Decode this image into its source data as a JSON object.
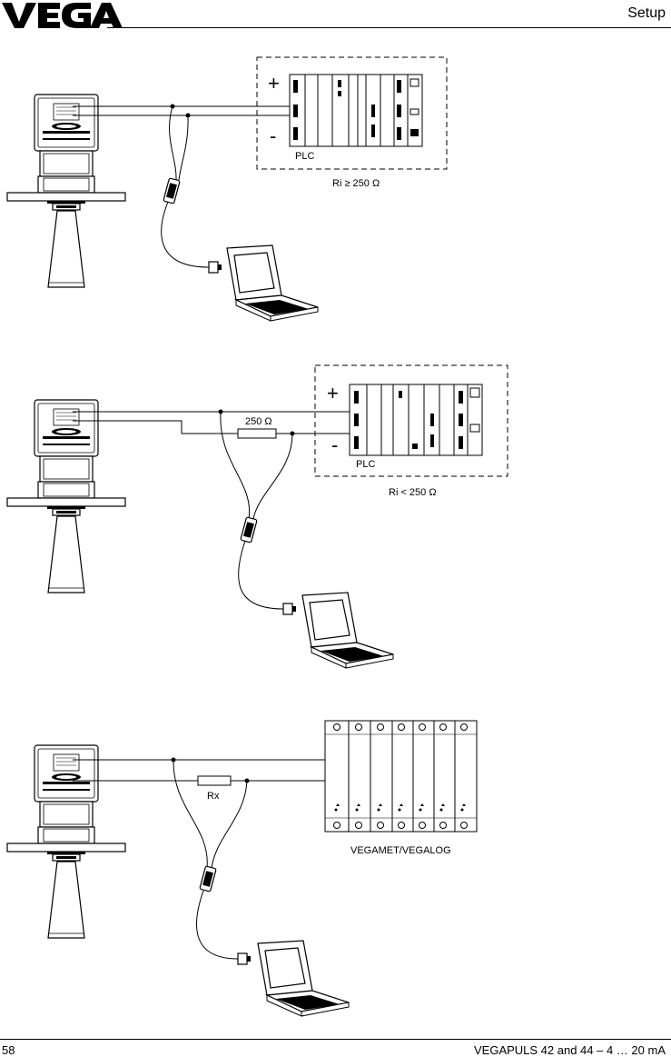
{
  "header": {
    "section_title": "Setup"
  },
  "logo": {
    "text": "VEGA"
  },
  "diagram1": {
    "plc_label": "PLC",
    "ri_label": "Ri ≥ 250 Ω",
    "plus": "+",
    "minus": "-"
  },
  "diagram2": {
    "plc_label": "PLC",
    "ri_label": "Ri < 250 Ω",
    "resistor_label": "250 Ω",
    "plus": "+",
    "minus": "-"
  },
  "diagram3": {
    "resistor_label": "Rx",
    "device_label": "VEGAMET/VEGALOG"
  },
  "footer": {
    "page_number": "58",
    "doc_title": "VEGAPULS 42 and 44 – 4 … 20 mA"
  }
}
